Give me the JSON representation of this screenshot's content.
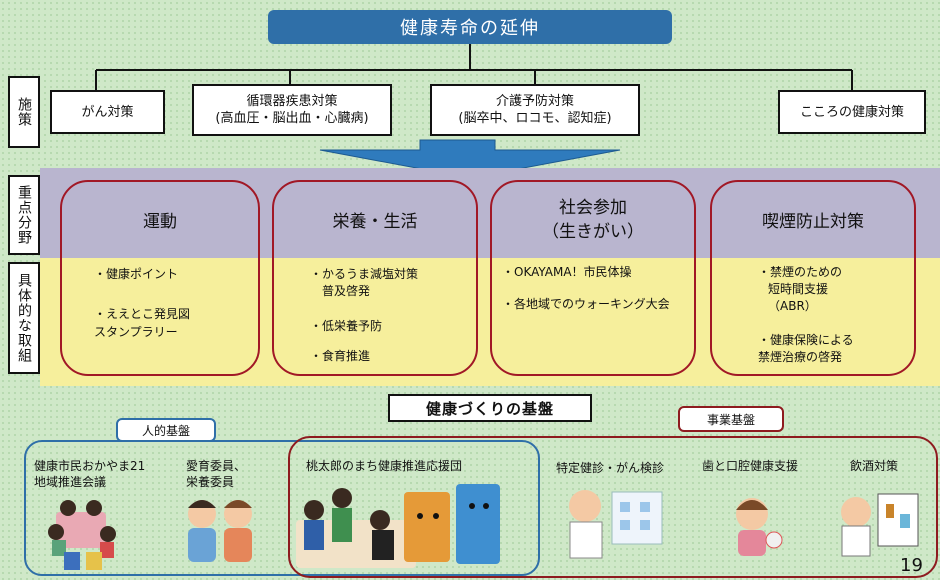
{
  "header": {
    "title": "健康寿命の延伸"
  },
  "side_labels": {
    "measures": "施策",
    "priority": "重点分野",
    "concrete": "具体的な取組"
  },
  "measures": [
    {
      "line1": "がん対策",
      "line2": ""
    },
    {
      "line1": "循環器疾患対策",
      "line2": "(高血圧・脳出血・心臓病)"
    },
    {
      "line1": "介護予防対策",
      "line2": "(脳卒中、ロコモ、認知症)"
    },
    {
      "line1": "こころの健康対策",
      "line2": ""
    }
  ],
  "focus": [
    {
      "title1": "運動",
      "title2": "",
      "items": [
        "・健康ポイント",
        "・ええとこ発見図",
        "スタンプラリー"
      ]
    },
    {
      "title1": "栄養・生活",
      "title2": "",
      "items": [
        "・かるうま減塩対策",
        "普及啓発",
        "・低栄養予防",
        "・食育推進"
      ]
    },
    {
      "title1": "社会参加",
      "title2": "（生きがい）",
      "items": [
        "・OKAYAMA！市民体操",
        "・各地域でのウォーキング大会"
      ]
    },
    {
      "title1": "喫煙防止対策",
      "title2": "",
      "items": [
        "・禁煙のための",
        "短時間支援",
        "（ABR）",
        "・健康保険による",
        "禁煙治療の啓発"
      ]
    }
  ],
  "foundation": {
    "title": "健康づくりの基盤",
    "human_tag": "人的基盤",
    "business_tag": "事業基盤",
    "human": [
      {
        "line1": "健康市民おかやま21",
        "line2": "地域推進会議"
      },
      {
        "line1": "愛育委員、",
        "line2": "栄養委員"
      },
      {
        "line1": "桃太郎のまち健康推進応援団",
        "line2": ""
      }
    ],
    "business": [
      "特定健診・がん検診",
      "歯と口腔健康支援",
      "飲酒対策"
    ]
  },
  "page_number": "19",
  "colors": {
    "header_blue": "#2f6fa8",
    "card_red": "#a11826",
    "purple_band": "#b9b5cf",
    "yellow_band": "#f6ef9c",
    "human_blue": "#2f6fa8",
    "business_red": "#8e1b1f"
  }
}
